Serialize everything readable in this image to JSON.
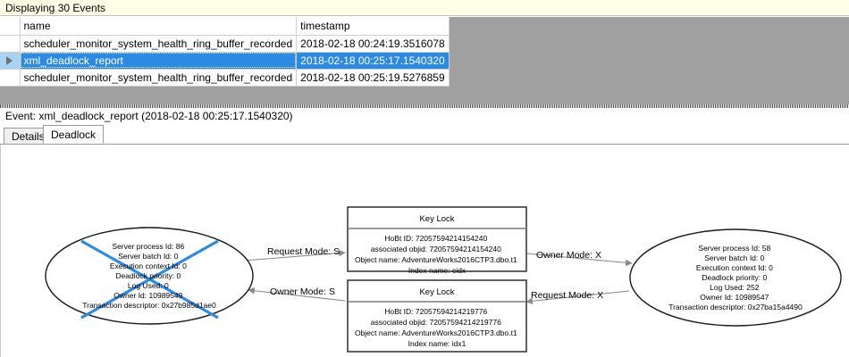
{
  "events_panel": {
    "status_text": "Displaying 30 Events",
    "columns": [
      "name",
      "timestamp"
    ],
    "rows": [
      {
        "selected": false,
        "name": "scheduler_monitor_system_health_ring_buffer_recorded",
        "timestamp": "2018-02-18 00:24:19.3516078"
      },
      {
        "selected": true,
        "name": "xml_deadlock_report",
        "timestamp": "2018-02-18 00:25:17.1540320"
      },
      {
        "selected": false,
        "name": "scheduler_monitor_system_health_ring_buffer_recorded",
        "timestamp": "2018-02-18 00:25:19.5276859"
      }
    ]
  },
  "event_header": {
    "text": "Event: xml_deadlock_report (2018-02-18 00:25:17.1540320)"
  },
  "tabs": [
    {
      "label": "Details",
      "active": false
    },
    {
      "label": "Deadlock",
      "active": true
    }
  ],
  "deadlock_graph": {
    "victim_process": {
      "lines": [
        "Server process Id: 86",
        "Server batch Id: 0",
        "Execution context Id: 0",
        "Deadlock priority: 0",
        "Log Used: 0",
        "Owner Id: 10989549",
        "Transaction descriptor: 0x27b985d1ae0"
      ],
      "is_victim": true,
      "victim_cross_color": "#2e8ae4"
    },
    "surviving_process": {
      "lines": [
        "Server process Id: 58",
        "Server batch Id: 0",
        "Execution context Id: 0",
        "Deadlock priority: 0",
        "Log Used: 252",
        "Owner Id: 10989547",
        "Transaction descriptor: 0x27ba15a4490"
      ],
      "is_victim": false
    },
    "resource_top": {
      "title": "Key Lock",
      "lines": [
        "HoBt ID: 72057594214154240",
        "associated objid: 72057594214154240",
        "Object name: AdventureWorks2016CTP3.dbo.t1",
        "Index name: cidx"
      ]
    },
    "resource_bottom": {
      "title": "Key Lock",
      "lines": [
        "HoBt ID: 72057594214219776",
        "associated objid: 72057594214219776",
        "Object name: AdventureWorks2016CTP3.dbo.t1",
        "Index name: idx1"
      ]
    },
    "edges": [
      {
        "id": "edge-request-s",
        "label": "Request Mode: S",
        "from": "victim-process",
        "to": "resource-top"
      },
      {
        "id": "edge-owner-x",
        "label": "Owner Mode: X",
        "from": "resource-top",
        "to": "surviving-process"
      },
      {
        "id": "edge-owner-s",
        "label": "Owner Mode: S",
        "from": "resource-bottom",
        "to": "victim-process"
      },
      {
        "id": "edge-request-x",
        "label": "Request Mode: X",
        "from": "surviving-process",
        "to": "resource-bottom"
      }
    ]
  }
}
